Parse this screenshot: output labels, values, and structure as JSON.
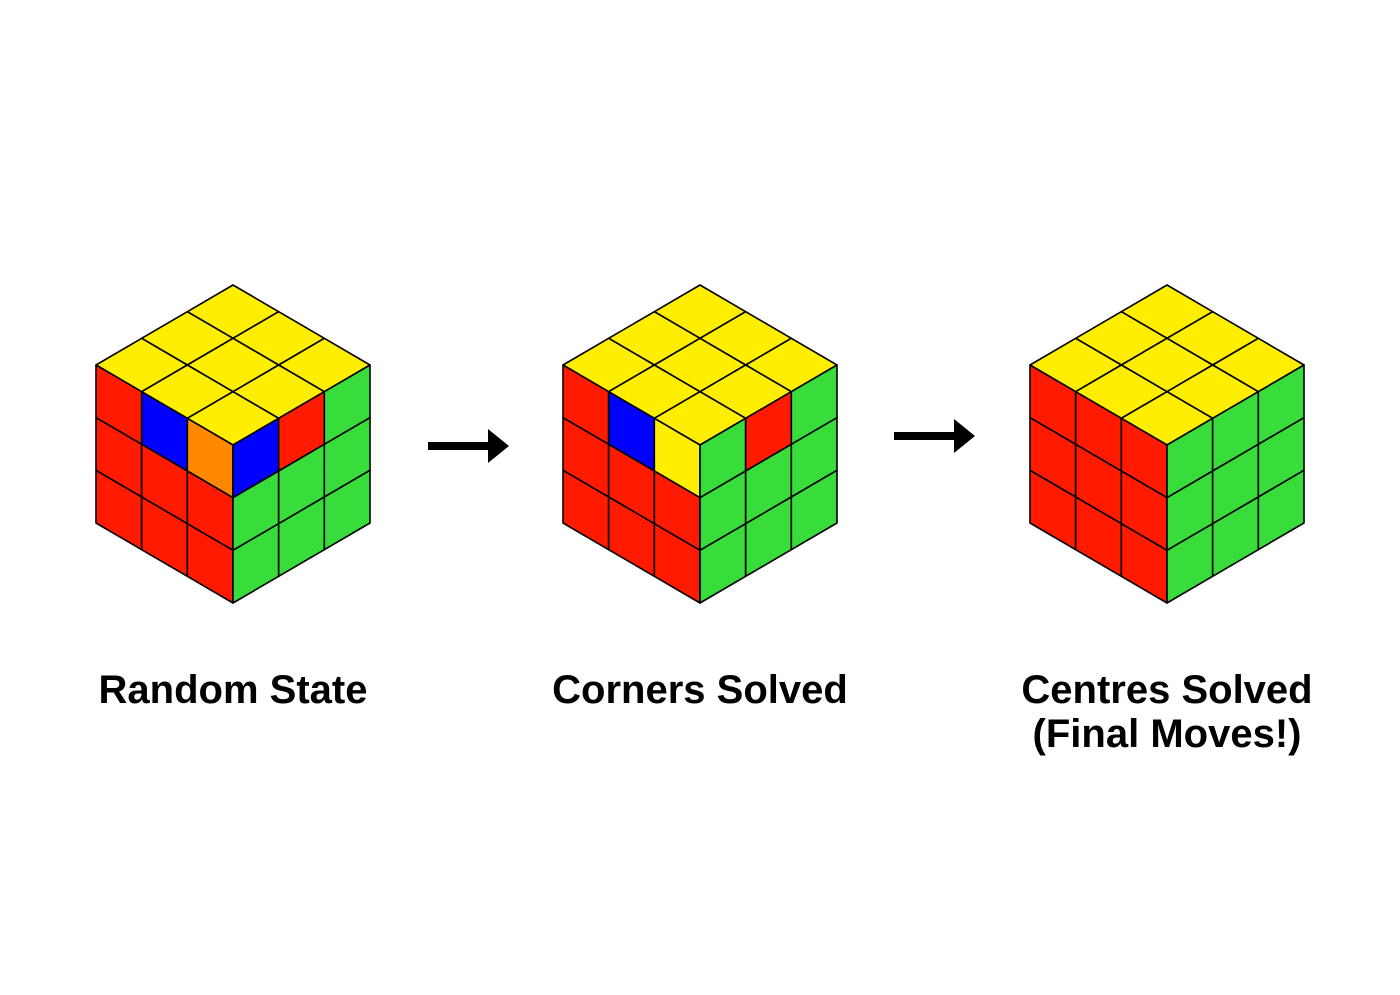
{
  "colors": {
    "Y": "#ffee00",
    "R": "#ff1a00",
    "G": "#38dd3c",
    "B": "#0000ff",
    "O": "#ff8800",
    "edge": "#000000"
  },
  "arrow_icon": "right-arrow-icon",
  "cubes": [
    {
      "name": "random-state",
      "caption": [
        "Random State"
      ],
      "top": [
        [
          "Y",
          "Y",
          "Y"
        ],
        [
          "Y",
          "Y",
          "Y"
        ],
        [
          "Y",
          "Y",
          "Y"
        ]
      ],
      "left": [
        [
          "R",
          "B",
          "O"
        ],
        [
          "R",
          "R",
          "R"
        ],
        [
          "R",
          "R",
          "R"
        ]
      ],
      "right": [
        [
          "B",
          "R",
          "G"
        ],
        [
          "G",
          "G",
          "G"
        ],
        [
          "G",
          "G",
          "G"
        ]
      ]
    },
    {
      "name": "corners-solved",
      "caption": [
        "Corners Solved"
      ],
      "top": [
        [
          "Y",
          "Y",
          "Y"
        ],
        [
          "Y",
          "Y",
          "Y"
        ],
        [
          "Y",
          "Y",
          "Y"
        ]
      ],
      "left": [
        [
          "R",
          "B",
          "Y"
        ],
        [
          "R",
          "R",
          "R"
        ],
        [
          "R",
          "R",
          "R"
        ]
      ],
      "right": [
        [
          "G",
          "R",
          "G"
        ],
        [
          "G",
          "G",
          "G"
        ],
        [
          "G",
          "G",
          "G"
        ]
      ]
    },
    {
      "name": "centres-solved",
      "caption": [
        "Centres Solved",
        "(Final Moves!)"
      ],
      "top": [
        [
          "Y",
          "Y",
          "Y"
        ],
        [
          "Y",
          "Y",
          "Y"
        ],
        [
          "Y",
          "Y",
          "Y"
        ]
      ],
      "left": [
        [
          "R",
          "R",
          "R"
        ],
        [
          "R",
          "R",
          "R"
        ],
        [
          "R",
          "R",
          "R"
        ]
      ],
      "right": [
        [
          "G",
          "G",
          "G"
        ],
        [
          "G",
          "G",
          "G"
        ],
        [
          "G",
          "G",
          "G"
        ]
      ]
    }
  ]
}
